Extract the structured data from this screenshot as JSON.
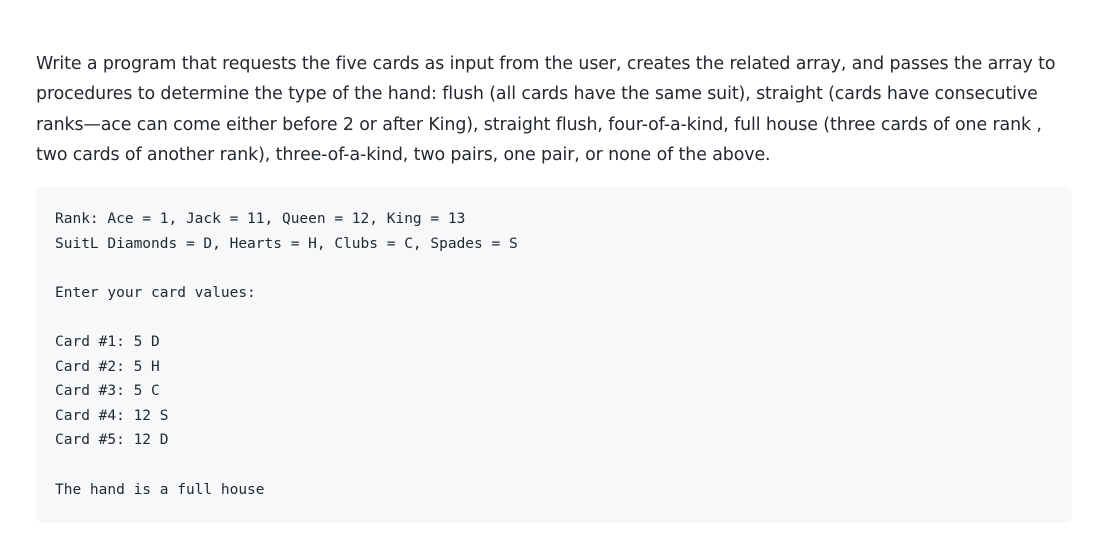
{
  "question": {
    "text": "Write a program that requests the five cards as input from the user, creates the related array, and passes the array to procedures to determine the type of the hand: flush (all cards have the same suit), straight (cards have consecutive ranks—ace can come either before 2 or after King), straight flush, four-of-a-kind, full house (three cards of one rank , two cards of another rank), three-of-a-kind, two pairs, one pair, or none of the above."
  },
  "code": {
    "rank_line": "Rank: Ace = 1, Jack = 11, Queen = 12, King = 13",
    "suit_line": "SuitL Diamonds = D, Hearts = H, Clubs = C, Spades = S",
    "prompt_line": "Enter your card values:",
    "cards": [
      "Card #1: 5 D",
      "Card #2: 5 H",
      "Card #3: 5 C",
      "Card #4: 12 S",
      "Card #5: 12 D"
    ],
    "result_line": "The hand is a full house"
  }
}
